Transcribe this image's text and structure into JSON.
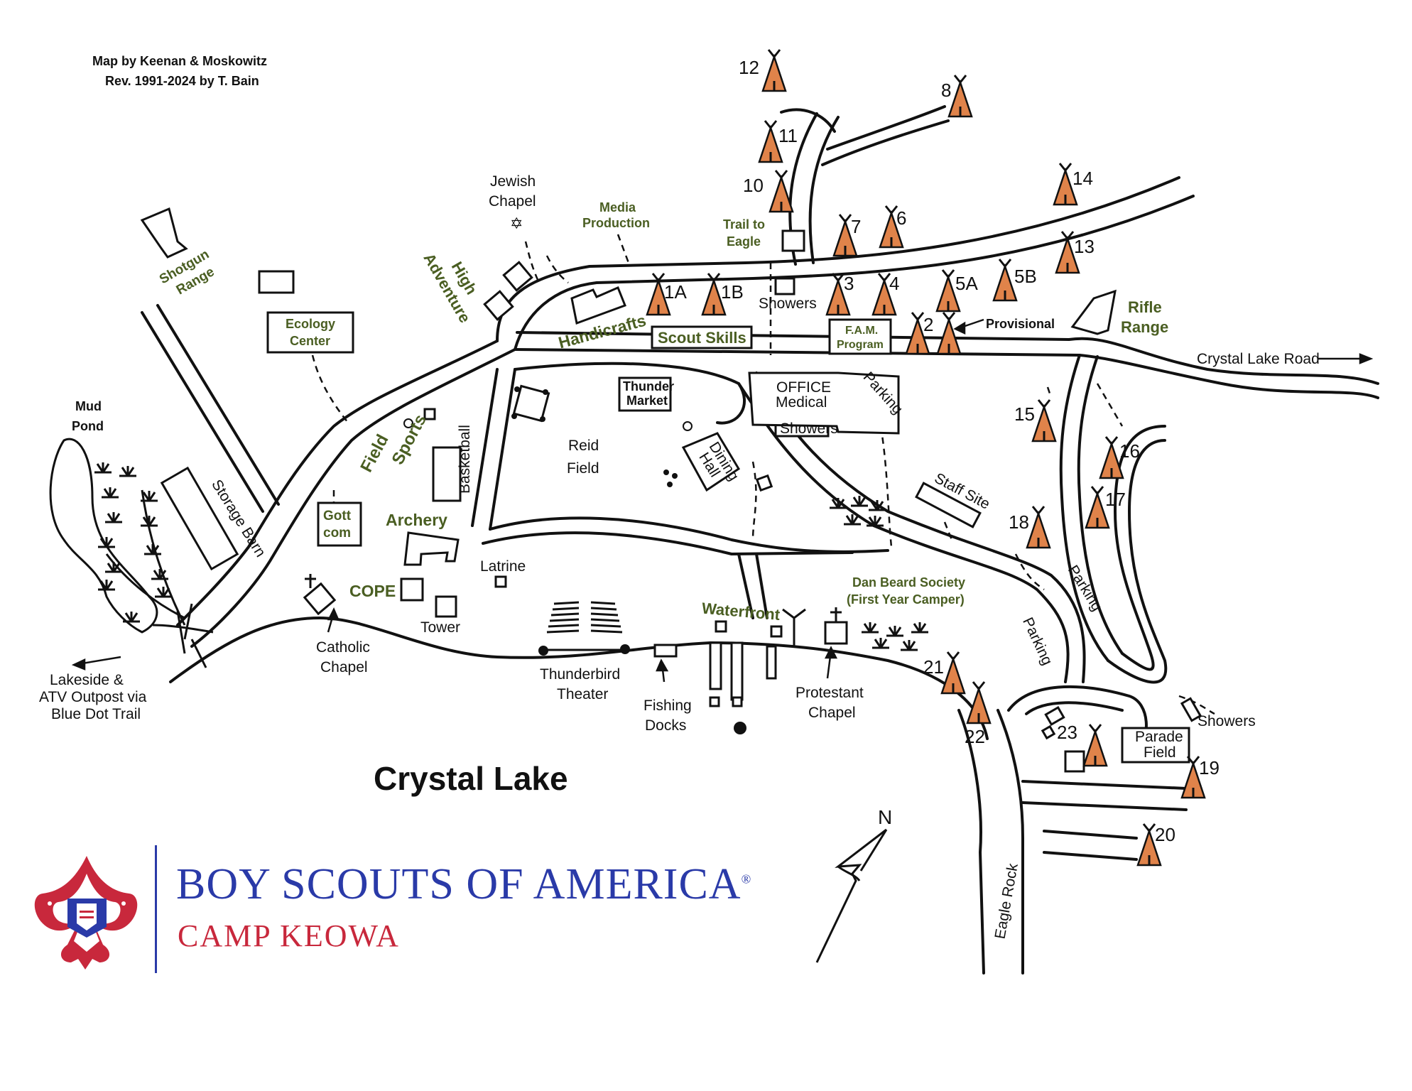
{
  "credits": {
    "line1": "Map by Keenan & Moskowitz",
    "line2": "Rev. 1991-2024 by T. Bain"
  },
  "lake_title": "Crystal Lake",
  "north_label": "N",
  "brand": {
    "org": "BOY SCOUTS OF AMERICA",
    "camp": "CAMP KEOWA",
    "reg": "®"
  },
  "sites": {
    "s12": "12",
    "s8": "8",
    "s11": "11",
    "s10": "10",
    "s14": "14",
    "s7": "7",
    "s6": "6",
    "s13": "13",
    "s1A": "1A",
    "s1B": "1B",
    "s3": "3",
    "s4": "4",
    "s5A": "5A",
    "s5B": "5B",
    "s2": "2",
    "s15": "15",
    "s16": "16",
    "s17": "17",
    "s18": "18",
    "s21": "21",
    "s22": "22",
    "s23": "23",
    "s19": "19",
    "s20": "20"
  },
  "labels": {
    "jewish_chapel_1": "Jewish",
    "jewish_chapel_2": "Chapel",
    "media_1": "Media",
    "media_2": "Production",
    "trail_1": "Trail to",
    "trail_2": "Eagle",
    "shotgun_1": "Shotgun",
    "shotgun_2": "Range",
    "high_1": "High",
    "high_2": "Adventure",
    "ecology_1": "Ecology",
    "ecology_2": "Center",
    "handicrafts": "Handicrafts",
    "scout_skills": "Scout Skills",
    "showers_top": "Showers",
    "fam_1": "F.A.M.",
    "fam_2": "Program",
    "provisional": "Provisional",
    "rifle_1": "Rifle",
    "rifle_2": "Range",
    "crystal_lake_road": "Crystal Lake Road",
    "mud_pond_1": "Mud",
    "mud_pond_2": "Pond",
    "storage_barn": "Storage Barn",
    "field_sports_1": "Field",
    "field_sports_2": "Sports",
    "basketball": "Basketball",
    "thunder_market_1": "Thunder",
    "thunder_market_2": "Market",
    "office_1": "OFFICE",
    "office_2": "Medical",
    "showers_office": "Showers",
    "parking_office": "Parking",
    "reid_1": "Reid",
    "reid_2": "Field",
    "dining_1": "Dining",
    "dining_2": "Hall",
    "staff_site": "Staff Site",
    "gott_1": "Gott",
    "gott_2": "com",
    "archery": "Archery",
    "cope": "COPE",
    "latrine": "Latrine",
    "tower": "Tower",
    "dan_beard_1": "Dan Beard Society",
    "dan_beard_2": "(First Year Camper)",
    "waterfront": "Waterfront",
    "parking_east": "Parking",
    "parking_south": "Parking",
    "catholic_1": "Catholic",
    "catholic_2": "Chapel",
    "thunderbird_1": "Thunderbird",
    "thunderbird_2": "Theater",
    "fishing_1": "Fishing",
    "fishing_2": "Docks",
    "protestant_1": "Protestant",
    "protestant_2": "Chapel",
    "lakeside_1": "Lakeside &",
    "lakeside_2": "ATV Outpost via",
    "lakeside_3": "Blue Dot Trail",
    "showers_se": "Showers",
    "parade_1": "Parade",
    "parade_2": "Field",
    "eagle_rock": "Eagle Rock"
  },
  "colors": {
    "campsite": "#e0834a",
    "green_label": "#4a5e22",
    "brand_blue": "#2a3aa8",
    "brand_red": "#c8283c"
  },
  "icons": [
    "campsite-tent-icon",
    "cross-icon",
    "star-of-david-icon",
    "north-arrow-icon",
    "fleur-de-lis-icon",
    "marsh-grass-icon"
  ]
}
